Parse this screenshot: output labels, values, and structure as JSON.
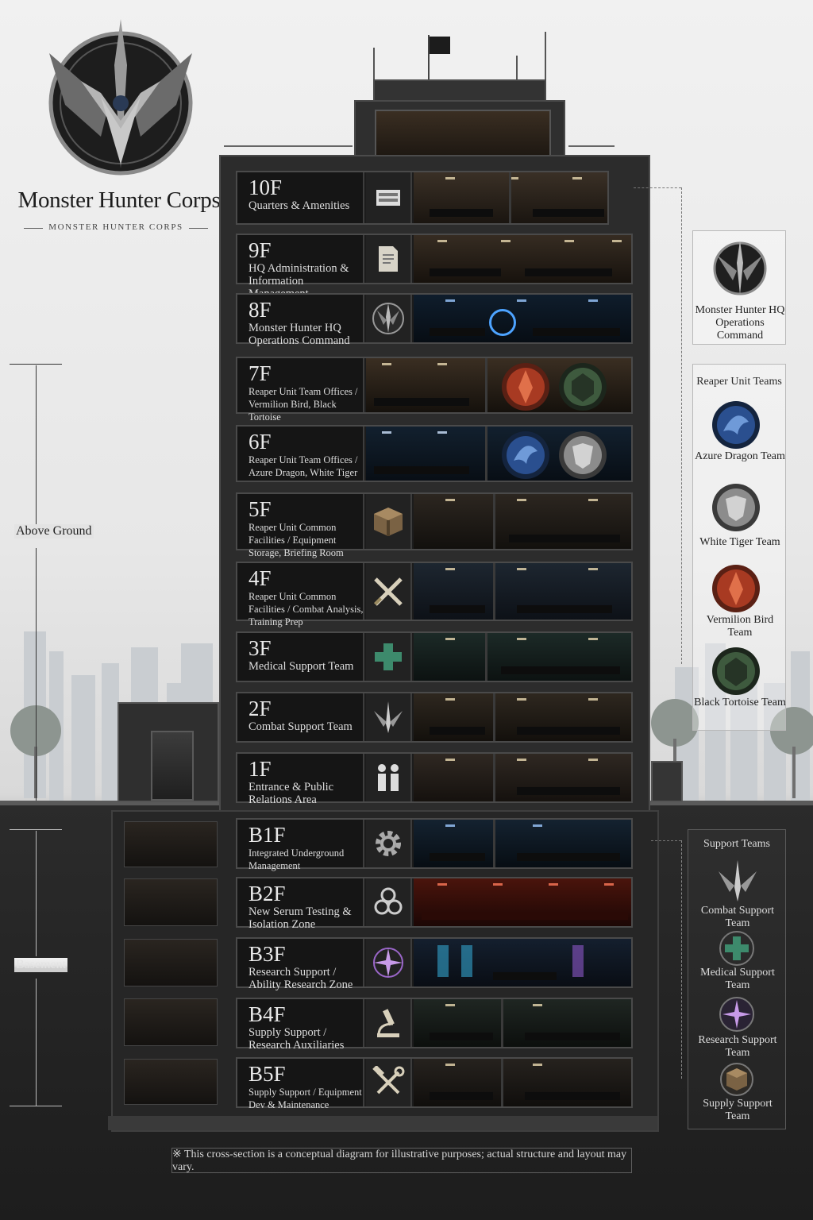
{
  "brand": {
    "title": "Monster Hunter Corps",
    "subtitle": "MONSTER HUNTER CORPS"
  },
  "ranges": {
    "above": "Above Ground",
    "below": "Basement"
  },
  "floors": [
    {
      "num": "10F",
      "name": "Quarters & Amenities",
      "icon": "bed-icon"
    },
    {
      "num": "9F",
      "name": "HQ Administration & Information Management",
      "icon": "document-icon"
    },
    {
      "num": "8F",
      "name": "Monster Hunter HQ Operations Command",
      "icon": "corps-emblem-icon"
    },
    {
      "num": "7F",
      "name": "Reaper Unit Team Offices / Vermilion Bird, Black Tortoise",
      "icon": "none"
    },
    {
      "num": "6F",
      "name": "Reaper Unit Team Offices / Azure Dragon, White Tiger",
      "icon": "none"
    },
    {
      "num": "5F",
      "name": "Reaper Unit Common Facilities / Equipment Storage, Briefing Room",
      "icon": "crate-icon"
    },
    {
      "num": "4F",
      "name": "Reaper Unit Common Facilities / Combat Analysis, Training Prep",
      "icon": "crossed-swords-icon"
    },
    {
      "num": "3F",
      "name": "Medical Support Team",
      "icon": "medical-cross-icon"
    },
    {
      "num": "2F",
      "name": "Combat Support Team",
      "icon": "winged-blade-icon"
    },
    {
      "num": "1F",
      "name": "Entrance & Public Relations Area",
      "icon": "people-icon"
    },
    {
      "num": "B1F",
      "name": "Integrated Underground Management",
      "icon": "gear-icon"
    },
    {
      "num": "B2F",
      "name": "New Serum Testing & Isolation Zone",
      "icon": "biohazard-icon"
    },
    {
      "num": "B3F",
      "name": "Research Support / Ability Research Zone",
      "icon": "compass-rune-icon"
    },
    {
      "num": "B4F",
      "name": "Supply Support / Research Auxiliaries",
      "icon": "microscope-icon"
    },
    {
      "num": "B5F",
      "name": "Supply Support / Equipment Dev & Maintenance",
      "icon": "wrench-hammer-icon"
    }
  ],
  "panels": {
    "command": {
      "name": "Monster Hunter HQ Operations Command"
    },
    "reaper": {
      "title": "Reaper Unit Teams",
      "teams": [
        "Azure Dragon Team",
        "White Tiger Team",
        "Vermilion Bird Team",
        "Black Tortoise Team"
      ]
    },
    "support": {
      "title": "Support Teams",
      "teams": [
        "Combat Support Team",
        "Medical Support Team",
        "Research Support Team",
        "Supply Support Team"
      ]
    }
  },
  "colors": {
    "azure": "#2a4f8f",
    "white_tiger": "#8c8c8c",
    "vermilion": "#a83a22",
    "black_tortoise": "#3e5a3e",
    "medical": "#3d8a6c",
    "research": "#9a66c8",
    "serum_red": "#8a2418"
  },
  "note": "※ This cross-section is a conceptual diagram for illustrative purposes; actual structure and layout may vary."
}
